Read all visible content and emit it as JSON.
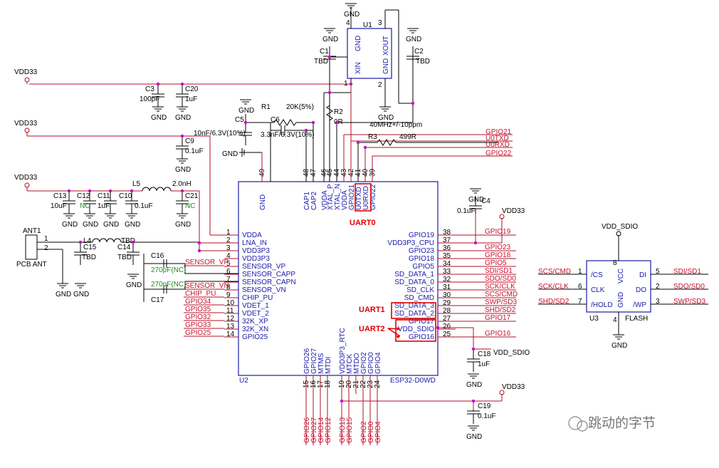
{
  "u2": {
    "ref": "U2",
    "part": "ESP32-D0WD",
    "left_pins": [
      {
        "num": "1",
        "name": "VDDA"
      },
      {
        "num": "2",
        "name": "LNA_IN"
      },
      {
        "num": "3",
        "name": "VDD3P3"
      },
      {
        "num": "4",
        "name": "VDD3P3"
      },
      {
        "num": "5",
        "name": "SENSOR_VP"
      },
      {
        "num": "6",
        "name": "SENSOR_CAPP"
      },
      {
        "num": "7",
        "name": "SENSOR_CAPN"
      },
      {
        "num": "8",
        "name": "SENSOR_VN"
      },
      {
        "num": "9",
        "name": "CHIP_PU"
      },
      {
        "num": "10",
        "name": "VDET_1"
      },
      {
        "num": "11",
        "name": "VDET_2"
      },
      {
        "num": "12",
        "name": "32K_XP"
      },
      {
        "num": "13",
        "name": "32K_XN"
      },
      {
        "num": "14",
        "name": "GPIO25"
      }
    ],
    "right_pins": [
      {
        "num": "38",
        "name": "GPIO19"
      },
      {
        "num": "37",
        "name": "VDD3P3_CPU"
      },
      {
        "num": "36",
        "name": "GPIO23"
      },
      {
        "num": "35",
        "name": "GPIO18"
      },
      {
        "num": "34",
        "name": "GPIO5"
      },
      {
        "num": "33",
        "name": "SD_DATA_1"
      },
      {
        "num": "32",
        "name": "SD_DATA_0"
      },
      {
        "num": "31",
        "name": "SD_CLK"
      },
      {
        "num": "30",
        "name": "SD_CMD"
      },
      {
        "num": "29",
        "name": "SD_DATA_3"
      },
      {
        "num": "28",
        "name": "SD_DATA_2"
      },
      {
        "num": "27",
        "name": "GPIO17"
      },
      {
        "num": "26",
        "name": "VDD_SDIO"
      },
      {
        "num": "25",
        "name": "GPIO16"
      }
    ],
    "top_pins": [
      {
        "num": "49",
        "name": "GND"
      },
      {
        "num": "48",
        "name": "CAP1"
      },
      {
        "num": "47",
        "name": "CAP2"
      },
      {
        "num": "46",
        "name": "VDDA"
      },
      {
        "num": "45",
        "name": "XTAL_P"
      },
      {
        "num": "44",
        "name": "XTAL_N"
      },
      {
        "num": "43",
        "name": "VDDA"
      },
      {
        "num": "42",
        "name": "GPIO21"
      },
      {
        "num": "41",
        "name": "U0TXD"
      },
      {
        "num": "40",
        "name": "U0RXD"
      },
      {
        "num": "39",
        "name": "GPIO22"
      }
    ],
    "bottom_pins": [
      {
        "num": "15",
        "name": "GPIO26"
      },
      {
        "num": "16",
        "name": "GPIO27"
      },
      {
        "num": "17",
        "name": "MTMS"
      },
      {
        "num": "18",
        "name": "MTDI"
      },
      {
        "num": "19",
        "name": "VDD3P3_RTC"
      },
      {
        "num": "20",
        "name": "MTCK"
      },
      {
        "num": "21",
        "name": "MTDO"
      },
      {
        "num": "22",
        "name": "GPIO2"
      },
      {
        "num": "23",
        "name": "GPIO0"
      },
      {
        "num": "24",
        "name": "GPIO4"
      }
    ]
  },
  "nets": {
    "left": [
      "SENSOR_VP",
      "SENSOR_VN",
      "CHIP_PU",
      "GPIO34",
      "GPIO35",
      "GPIO32",
      "GPIO33",
      "GPIO25"
    ],
    "right": [
      "GPIO19",
      "GPIO23",
      "GPIO18",
      "GPIO5",
      "SDI/SD1",
      "SDO/SD0",
      "SCK/CLK",
      "SCS/CMD",
      "SWP/SD3",
      "SHD/SD2",
      "GPIO17",
      "GPIO16"
    ],
    "top_right": [
      "GPIO21",
      "U0TXD",
      "U0RXD",
      "GPIO22"
    ],
    "bottom": [
      "GPIO26",
      "GPIO27",
      "GPIO14",
      "GPIO12",
      "GPIO13",
      "GPIO15",
      "GPIO2",
      "GPIO0",
      "GPIO4"
    ]
  },
  "u1": {
    "ref": "U1",
    "pins": [
      {
        "num": "4",
        "name": "GND"
      },
      {
        "num": "3",
        "name": "XOUT"
      },
      {
        "num": "1",
        "name": "XIN"
      },
      {
        "num": "2",
        "name": "GND"
      }
    ],
    "freq": "40MHz+/-10ppm"
  },
  "u3": {
    "ref": "U3",
    "part": "FLASH",
    "left": [
      {
        "net": "SCS/CMD",
        "num": "1",
        "name": "/CS"
      },
      {
        "net": "SCK/CLK",
        "num": "6",
        "name": "CLK"
      },
      {
        "net": "SHD/SD2",
        "num": "7",
        "name": "/HOLD"
      }
    ],
    "right": [
      {
        "net": "SDI/SD1",
        "num": "5",
        "name": "DI"
      },
      {
        "net": "SDO/SD0",
        "num": "2",
        "name": "DO"
      },
      {
        "net": "SWP/SD3",
        "num": "3",
        "name": "/WP"
      }
    ],
    "vcc": {
      "num": "8",
      "name": "VCC"
    },
    "gnd": {
      "num": "4",
      "name": "GND"
    },
    "supply": "VDD_SDIO"
  },
  "components": {
    "c1": {
      "ref": "C1",
      "val": "TBD"
    },
    "c2": {
      "ref": "C2",
      "val": "TBD"
    },
    "c3": {
      "ref": "C3",
      "val": "100pF"
    },
    "c20": {
      "ref": "C20",
      "val": "1uF"
    },
    "r1": {
      "ref": "R1",
      "val": "20K(5%)"
    },
    "c5": {
      "ref": "C5",
      "val": "10nF/6.3V(10%)"
    },
    "c6": {
      "ref": "C6",
      "val": "3.3nF/6.3V(10%)"
    },
    "r2": {
      "ref": "R2",
      "val": "0R"
    },
    "r3": {
      "ref": "R3",
      "val": "499R"
    },
    "c9": {
      "ref": "C9",
      "val": "0.1uF"
    },
    "c13": {
      "ref": "C13",
      "val": "10uF"
    },
    "c12": {
      "ref": "C12",
      "val": "NC"
    },
    "c11": {
      "ref": "C11",
      "val": "1uF"
    },
    "c10": {
      "ref": "C10",
      "val": "0.1uF"
    },
    "c21": {
      "ref": "C21",
      "val": "NC"
    },
    "l5": {
      "ref": "L5",
      "val": "2.0nH"
    },
    "ant": {
      "ref": "ANT1",
      "val": "PCB ANT"
    },
    "l4": {
      "ref": "L4",
      "val": "TBD"
    },
    "c15": {
      "ref": "C15",
      "val": "TBD"
    },
    "c14": {
      "ref": "C14",
      "val": "TBD"
    },
    "c16": {
      "ref": "C16",
      "val": "270pF(NC)"
    },
    "c17": {
      "ref": "C17",
      "val": "270pF(NC)"
    },
    "c4": {
      "ref": "C4",
      "val": "0.1uF"
    },
    "c18": {
      "ref": "C18",
      "val": "1uF"
    },
    "c19": {
      "ref": "C19",
      "val": "0.1uF"
    }
  },
  "power": {
    "vdd33": "VDD33",
    "gnd": "GND",
    "vdd_sdio": "VDD_SDIO"
  },
  "highlights": {
    "uart0": "UART0",
    "uart1": "UART1",
    "uart2": "UART2"
  },
  "watermark": "跳动的字节"
}
